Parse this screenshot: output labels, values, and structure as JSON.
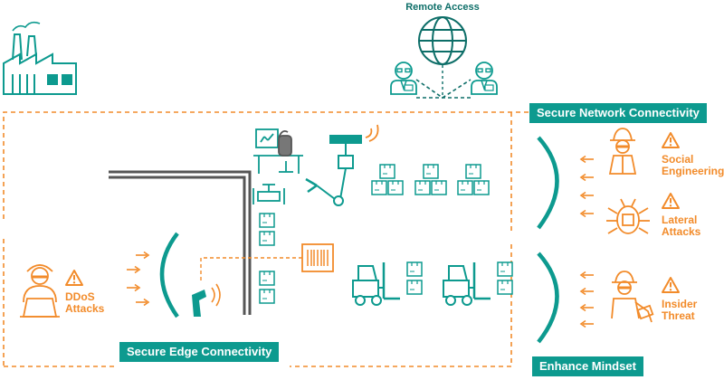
{
  "remote_access": {
    "label": "Remote Access"
  },
  "sections": {
    "secure_network": {
      "label": "Secure Network Connectivity"
    },
    "secure_edge": {
      "label": "Secure Edge Connectivity"
    },
    "enhance_mindset": {
      "label": "Enhance Mindset"
    }
  },
  "threats": {
    "social_engineering": {
      "line1": "Social",
      "line2": "Engineering"
    },
    "lateral_attacks": {
      "line1": "Lateral",
      "line2": "Attacks"
    },
    "insider_threat": {
      "line1": "Insider",
      "line2": "Threat"
    },
    "ddos_attacks": {
      "line1": "DDoS",
      "line2": "Attacks"
    }
  },
  "colors": {
    "teal": "#0d9a8f",
    "teal_dark": "#0d6e68",
    "orange": "#f28b2a",
    "wall": "#555555"
  }
}
